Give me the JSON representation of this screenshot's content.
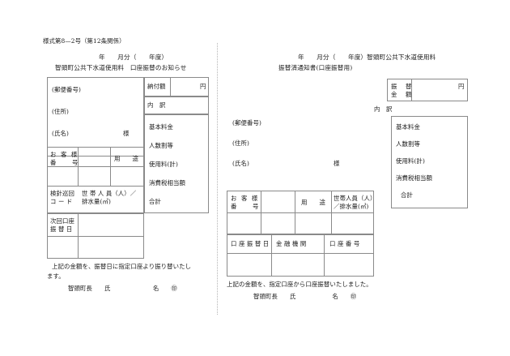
{
  "document": {
    "form_number": "様式第8—2号（第12条関係）"
  },
  "left_form": {
    "title_line_1": "年　　月分（　　年度）",
    "title_line_2": "智頭町公共下水道使用料　口座振替のお知らせ",
    "address_panel": {
      "postal_label": "(郵便番号)",
      "address_label": "(住所)",
      "name_label": "(氏名)",
      "honorific": "様"
    },
    "payment": {
      "label": "納付額",
      "unit": "円"
    },
    "breakdown_header": "内　訳",
    "breakdown_items": [
      "基本料金",
      "人数割等",
      "使用料(計)",
      "消費税相当額",
      "合計"
    ],
    "customer_grid": {
      "customer_no_line_1": "お 客 様",
      "customer_no_line_2": "番　　号",
      "usage_label": "用　　途",
      "meter_code_line_1": "検針巡回",
      "meter_code_line_2": "コ ー ド",
      "household_line_1": "世 帯 人 員（人）／",
      "household_line_2": "排水量(㎥)"
    },
    "next_transfer": {
      "line_1": "次回口座",
      "line_2": "振 替 日"
    },
    "footer": {
      "statement_line_1": "上記の金額を、振替日に指定口座より振り替いたし",
      "statement_line_2": "ます。",
      "signature": "智頭町長　　氏　　　　　　　名　　㊞"
    }
  },
  "right_form": {
    "title_line_1": "年　　月分（　　年度）智頭町公共下水道使用料",
    "title_line_2": "振替済通知書(口座振替用)",
    "transfer_amount": {
      "label_line_1": "振　替",
      "label_line_2": "金　額",
      "unit": "円"
    },
    "breakdown_header": "内　訳",
    "breakdown_items": [
      "基本料金",
      "人数割等",
      "使用料(計)",
      "消費税相当額",
      "合計"
    ],
    "address_panel": {
      "postal_label": "(郵便番号)",
      "address_label": "(住所)",
      "name_label": "(氏名)",
      "honorific": "様"
    },
    "customer_grid": {
      "customer_no_line_1": "お 客 様",
      "customer_no_line_2": "番　　号",
      "usage_label": "用　　途",
      "household_line_1": "世帯人員（人）",
      "household_line_2": "／排水量(㎥)"
    },
    "bank_grid": {
      "transfer_date_label": "口 座 振 替 日",
      "institution_label": "金 融 機 関",
      "account_no_label": "口 座 番 号"
    },
    "footer": {
      "statement_line_1": "上記の金額を、指定口座から口座振替いたしました。",
      "signature": "智頭町長　　氏　　　　　　名　　㊞"
    }
  }
}
